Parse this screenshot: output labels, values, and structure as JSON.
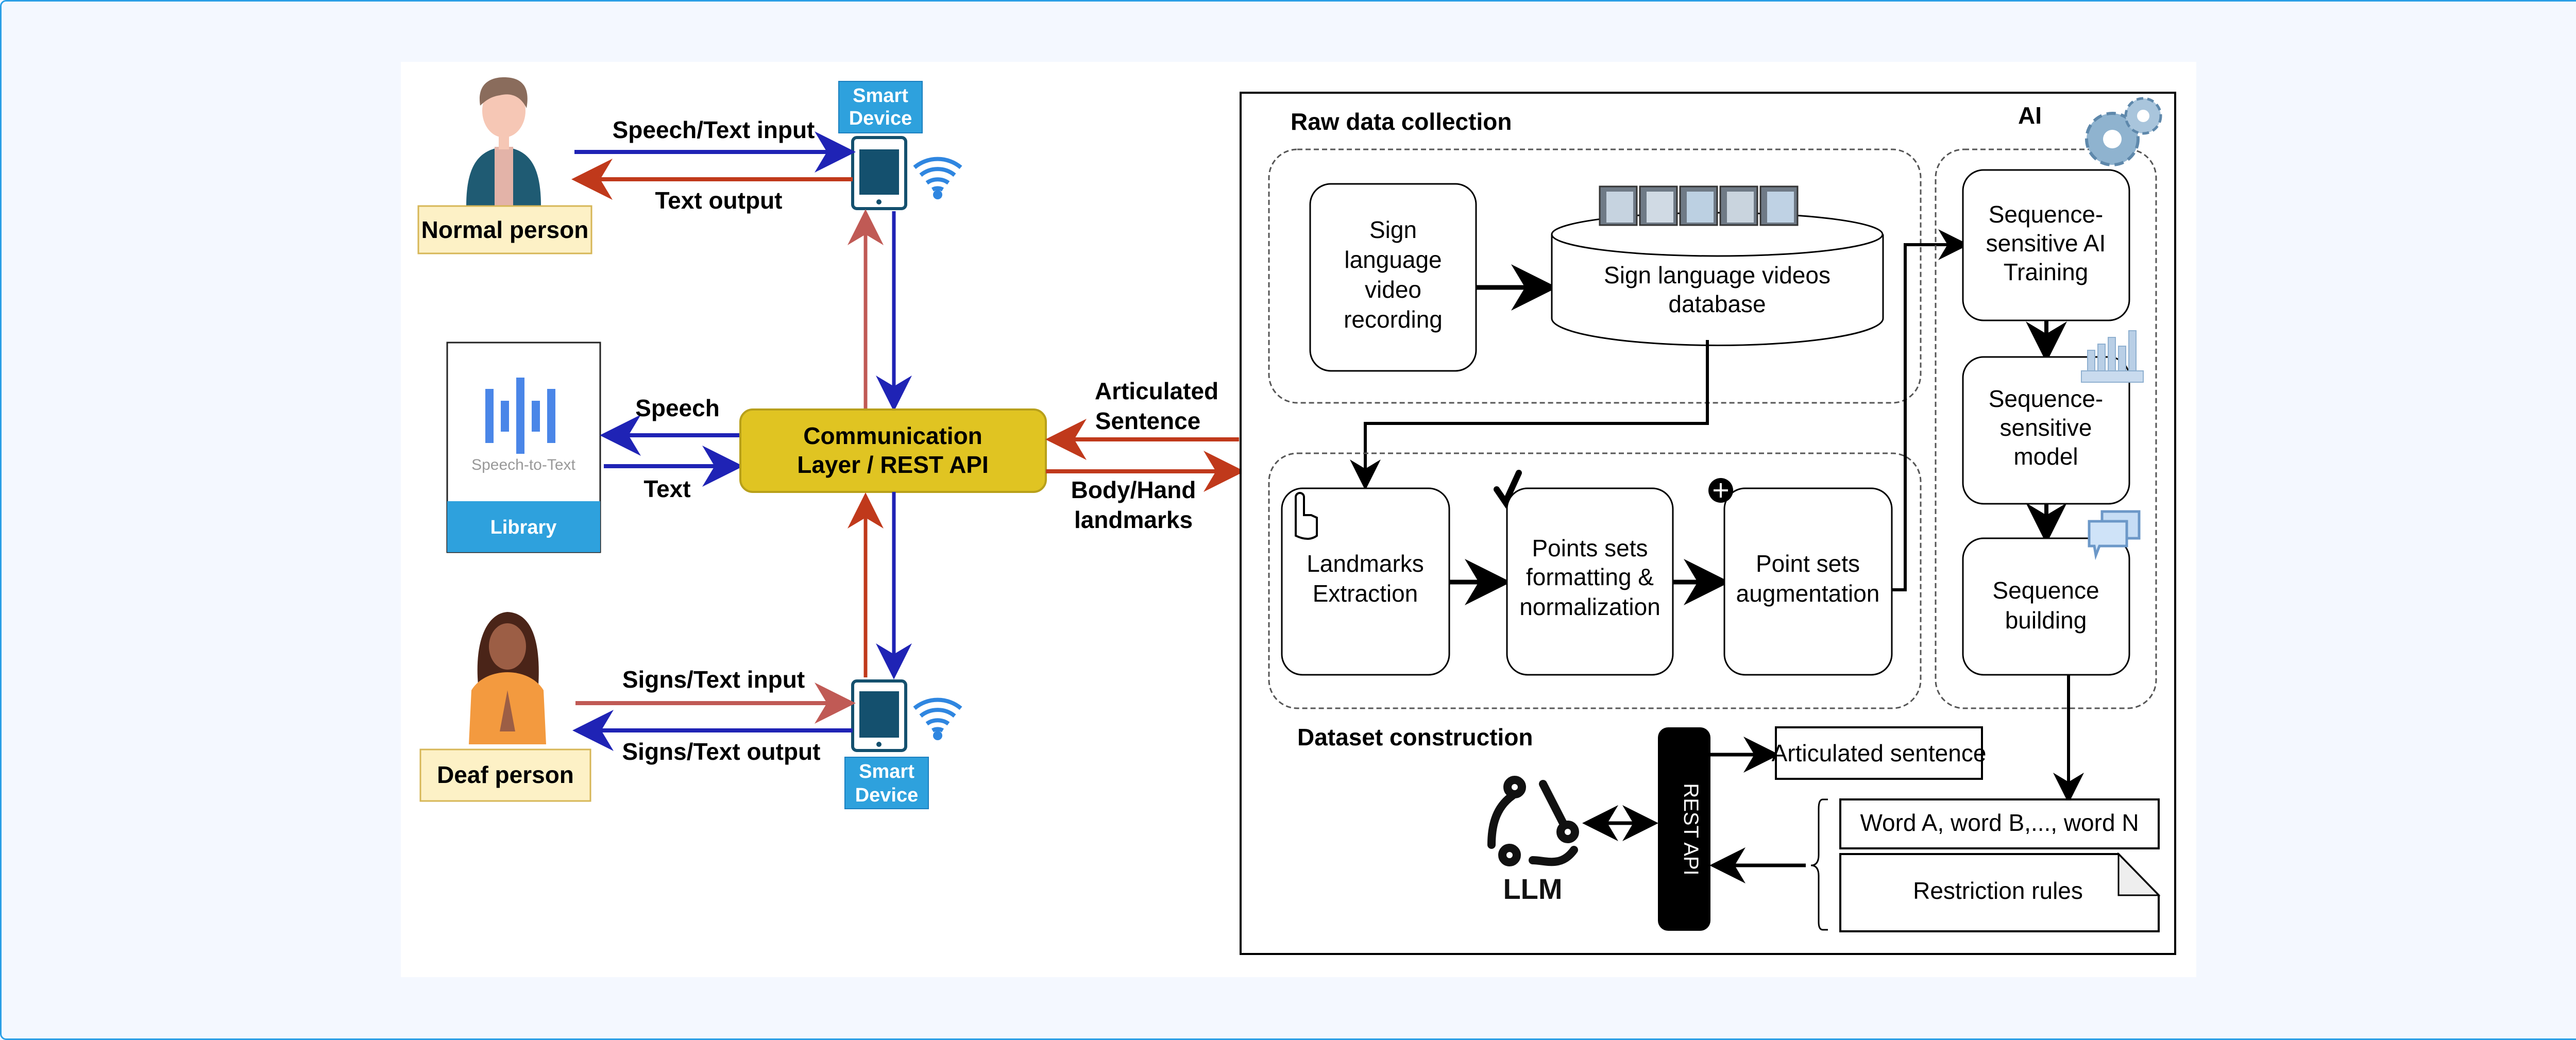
{
  "colors": {
    "page_bg": "#f4f8ff",
    "page_border": "#2a9fe6",
    "blue_arrow": "#1f23b5",
    "red_arrow": "#c0391b",
    "soft_red_arrow": "#c05a55",
    "comm_fill": "#e0c422",
    "person_label_fill": "#fdf1c6",
    "device_tag_fill": "#2ea1dd",
    "phone_screen": "#14506e",
    "wifi": "#2f86e0",
    "library_fill": "#2ea1dd",
    "stt_bars": "#4a86e8"
  },
  "left": {
    "normal_person": {
      "label": "Normal person",
      "icon": "man-avatar-icon"
    },
    "deaf_person": {
      "label": "Deaf person",
      "icon": "woman-avatar-icon"
    },
    "top_device": {
      "tag_line1": "Smart",
      "tag_line2": "Device",
      "icon": "smartphone-icon",
      "signal_icon": "wifi-icon"
    },
    "bottom_device": {
      "tag_line1": "Smart",
      "tag_line2": "Device",
      "icon": "smartphone-icon",
      "signal_icon": "wifi-icon"
    },
    "arrows": {
      "speech_text_input": "Speech/Text input",
      "text_output": "Text output",
      "signs_text_input": "Signs/Text input",
      "signs_text_output": "Signs/Text output",
      "speech": "Speech",
      "text": "Text",
      "articulated_line1": "Articulated",
      "articulated_line2": "Sentence",
      "landmarks_line1": "Body/Hand",
      "landmarks_line2": "landmarks"
    },
    "comm_layer": {
      "line1": "Communication",
      "line2": "Layer / REST API"
    },
    "library": {
      "caption": "Speech-to-Text",
      "footer": "Library",
      "icon": "audio-waveform-icon"
    }
  },
  "right": {
    "raw_data": {
      "title": "Raw data collection",
      "recording": [
        "Sign",
        "language",
        "video",
        "recording"
      ],
      "database": [
        "Sign language videos",
        "database"
      ],
      "thumbnails_icon": "video-frames-icon"
    },
    "dataset": {
      "title": "Dataset construction",
      "landmarks": [
        "Landmarks",
        "Extraction"
      ],
      "formatting": [
        "Points sets",
        "formatting &",
        "normalization"
      ],
      "augmentation": [
        "Point sets",
        "augmentation"
      ],
      "icons": [
        "hand-pointer-icon",
        "checkmark-icon",
        "plus-circle-icon"
      ]
    },
    "ai": {
      "title": "AI",
      "training": [
        "Sequence-",
        "sensitive AI",
        "Training"
      ],
      "model": [
        "Sequence-",
        "sensitive",
        "model"
      ],
      "building": [
        "Sequence",
        "building"
      ],
      "icons": [
        "gears-icon",
        "bar-chart-icon",
        "chat-bubbles-icon"
      ]
    },
    "llm": {
      "label": "LLM",
      "rest_api": "REST API",
      "articulated_sentence": "Articulated sentence",
      "words": "Word A, word B,..., word N",
      "rules": "Restriction rules"
    }
  }
}
